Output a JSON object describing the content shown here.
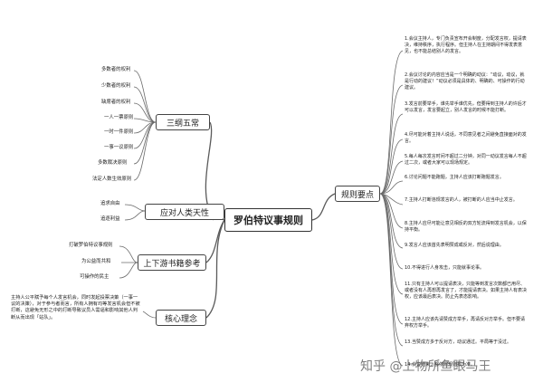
{
  "center": "罗伯特议事规则",
  "branches": {
    "sanguan": {
      "label": "三纲五常",
      "items": [
        "多数者的权利",
        "少数者的权利",
        "缺席者的权利",
        "一人一票原则",
        "一时一件原则",
        "一事一议原则",
        "多数裁决原则",
        "法定人数生效原则"
      ]
    },
    "renlei": {
      "label": "应对人类天性",
      "items": [
        "追求自由",
        "追逐利益"
      ]
    },
    "shangxia": {
      "label": "上下游书籍参考",
      "items": [
        "打破罗伯特议事规则",
        "为公益而共和",
        "可操作的民主"
      ]
    },
    "hexin": {
      "label": "核心理念",
      "paragraph": "主持人公平赋予每个人发言机会，同时发起投票决策（一事一议的决策），对于参与者而言，所有人拥有均等发言机会但不被打断，这避免无形之中的打断导致议员人需逼和影响其他人判断从而出现「站队」。"
    },
    "guize": {
      "label": "规则要点",
      "rules": [
        "1.会议主持人，专门负责宣布开会制度，分配发言权，提请表决，维持秩序，执行程序。但主持人在主持期间不得发表意见，也不能总结别人的发言。",
        "2.会议讨论的内容应当是一个明确的动议：“动议，动议，就是行动的建议！”动议必须是具体的、明确的、可操作的行动建议。",
        "3.发言前要举手，谁先举手谁优先，但要得到主持人的许后才可以发言，发言要起立，别人发言的时候不能打断。",
        "4.尽可能对着主持人说话，不同意见者之间避免直接面对的发言。",
        "5.每人每次发言时间不超过二分钟，对同一动议发言每人不超过二次，或者大家可以现场规定。",
        "6.讨论问题不能跑题，主持人应该打断跑题发言。",
        "7.主持人打断违规发言的人，被打断的人应当中止发言。",
        "8.主持人应尽可能让意见相反的双方轮流得到发言机会，以保持平衡。",
        "9.发言人应该首先表明赞成或反对，然后说理由。",
        "10.不得进行人身攻击，只能就事论事。",
        "11.只有主持人可以提请表决，只能等到发言次数都已用尽、或者没有人再想再发言了，才能提请表决。如果主持人有表决权，应该最后表决。防止先表态影响。",
        "12.主持人应该先请赞成方举手，再请反对方举手。但不要请弃权方举手。",
        "13.当赞成方多于反对方，动议通过。平局等于没过。",
        "14.会议结束，都依照规则报为准。"
      ]
    }
  },
  "watermark": "知乎 @上物所鱼眼马王",
  "colors": {
    "line": "#5a5a5a",
    "border": "#444444"
  }
}
